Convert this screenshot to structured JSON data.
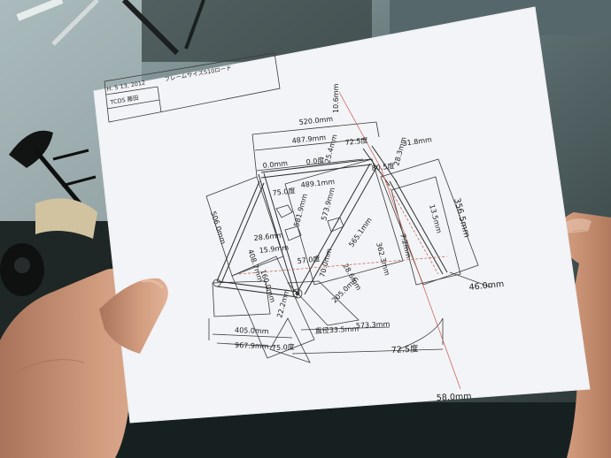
{
  "header": {
    "date": "H. 5 13, 2012",
    "company": "TCDS 藤田",
    "title": "フレームサイズ510ロード"
  },
  "dimensions": {
    "d520": "520.0mm",
    "d487": "487.9mm",
    "d10_6": "10.6mm",
    "a72_5_top": "72.5度",
    "d31_8": "31.8mm",
    "d0_0mm": "0.0mm",
    "a0_0": "0.0度",
    "d25_4": "25.4mm",
    "d28_3": "28.3mm",
    "a80_5": "80.5度",
    "d356_5": "356.5mm",
    "a75_top": "75.0度",
    "d489": "489.1mm",
    "d13_5": "13.5mm",
    "d506": "506.0mm",
    "d581_9": "581.9mm",
    "d573_9": "573.9mm",
    "d7_2": "7.2mm",
    "d28_6": "28.6mm",
    "d15_9": "15.9mm",
    "d565": "565.1mm",
    "d362_3": "362.3mm",
    "d408_7": "408.7mm",
    "d160": "160.0mm",
    "a57": "57.0度",
    "d28_6b": "28.6mm",
    "d46": "46.0mm",
    "d70": "70.0mm",
    "d205": "205.0mm",
    "d22_2": "22.2mm",
    "d573_3": "573.3mm",
    "d405": "405.0mm",
    "diameter": "直径33.5mm",
    "d967_9": "967.9mm",
    "a75_bottom": "75.0度",
    "a72_5_bottom": "72.5度",
    "d58": "58.0mm"
  },
  "colors": {
    "paper": "#f4f5f8",
    "ink": "#3a3a3a",
    "red_guide": "#c25a4a",
    "skin": "#c99274",
    "background": "#3d4a4c"
  }
}
